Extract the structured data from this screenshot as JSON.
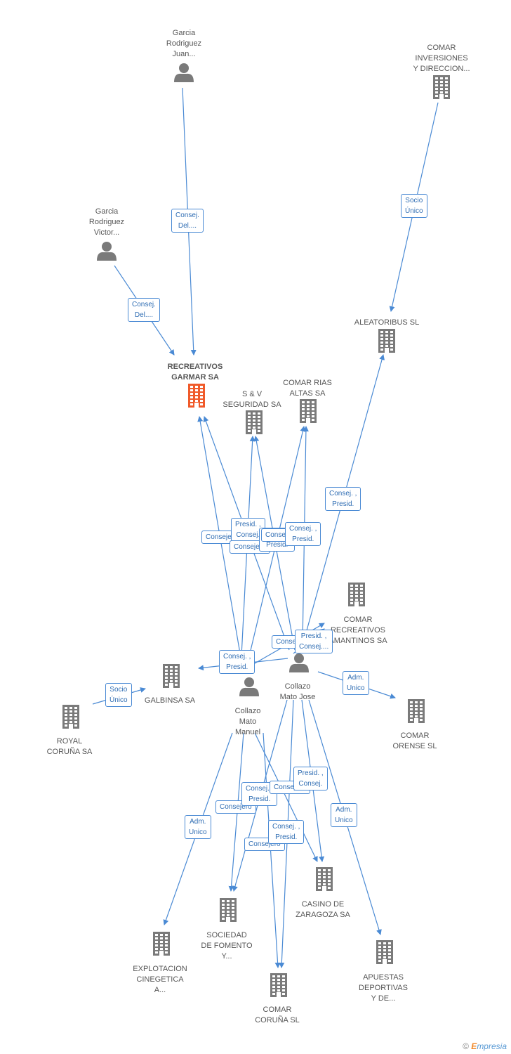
{
  "colors": {
    "edge": "#4a8ad4",
    "company": "#7a7a7a",
    "person": "#7a7a7a",
    "main": "#f05a2a"
  },
  "nodes": [
    {
      "id": "garcia_juan",
      "type": "person",
      "label": "Garcia\nRodriguez\nJuan..."
    },
    {
      "id": "comar_inversiones",
      "type": "company",
      "label": "COMAR\nINVERSIONES\nY DIRECCION..."
    },
    {
      "id": "garcia_victor",
      "type": "person",
      "label": "Garcia\nRodriguez\nVictor..."
    },
    {
      "id": "aleatoribus",
      "type": "company",
      "label": "ALEATORIBUS SL"
    },
    {
      "id": "recreativos_garmar",
      "type": "company",
      "main": true,
      "label": "RECREATIVOS\nGARMAR SA"
    },
    {
      "id": "sv_seguridad",
      "type": "company",
      "label": "S & V\nSEGURIDAD SA"
    },
    {
      "id": "comar_rias",
      "type": "company",
      "label": "COMAR RIAS\nALTAS SA"
    },
    {
      "id": "comar_recreativos",
      "type": "company",
      "label": "COMAR\nRECREATIVOS\nAMANTINOS SA"
    },
    {
      "id": "galbinsa",
      "type": "company",
      "label": "GALBINSA SA"
    },
    {
      "id": "collazo_jose",
      "type": "person",
      "label": "Collazo\nMato Jose"
    },
    {
      "id": "collazo_manuel",
      "type": "person",
      "label": "Collazo\nMato\nManuel"
    },
    {
      "id": "royal_coruna",
      "type": "company",
      "label": "ROYAL\nCORUÑA SA"
    },
    {
      "id": "comar_orense",
      "type": "company",
      "label": "COMAR\nORENSE SL"
    },
    {
      "id": "casino_zaragoza",
      "type": "company",
      "label": "CASINO DE\nZARAGOZA SA"
    },
    {
      "id": "sociedad_fomento",
      "type": "company",
      "label": "SOCIEDAD\nDE FOMENTO\nY..."
    },
    {
      "id": "explotacion",
      "type": "company",
      "label": "EXPLOTACION\nCINEGETICA\nA..."
    },
    {
      "id": "apuestas",
      "type": "company",
      "label": "APUESTAS\nDEPORTIVAS\nY DE..."
    },
    {
      "id": "comar_coruna",
      "type": "company",
      "label": "COMAR\nCORUÑA SL"
    }
  ],
  "edges": [
    {
      "from": "garcia_juan",
      "to": "recreativos_garmar",
      "label": "Consej.\nDel...."
    },
    {
      "from": "garcia_victor",
      "to": "recreativos_garmar",
      "label": "Consej.\nDel...."
    },
    {
      "from": "comar_inversiones",
      "to": "aleatoribus",
      "label": "Socio\nÚnico"
    },
    {
      "from": "collazo_jose",
      "to": "aleatoribus",
      "label": "Consej. ,\nPresid."
    },
    {
      "from": "collazo_manuel",
      "to": "recreativos_garmar",
      "label": "Consejero"
    },
    {
      "from": "collazo_jose",
      "to": "recreativos_garmar",
      "label": "Presid. ,\nConsej."
    },
    {
      "from": "collazo_manuel",
      "to": "sv_seguridad",
      "label": "Consejero"
    },
    {
      "from": "collazo_jose",
      "to": "sv_seguridad",
      "label": "Consej. ,\nPresid."
    },
    {
      "from": "collazo_manuel",
      "to": "comar_rias",
      "label": "Consejero"
    },
    {
      "from": "collazo_jose",
      "to": "comar_rias",
      "label": "Consej. ,\nPresid."
    },
    {
      "from": "collazo_manuel",
      "to": "comar_recreativos",
      "label": "Consejero"
    },
    {
      "from": "collazo_jose",
      "to": "comar_recreativos",
      "label": "Presid. ,\nConsej...."
    },
    {
      "from": "collazo_jose",
      "to": "galbinsa",
      "label": "Consej. ,\nPresid."
    },
    {
      "from": "royal_coruna",
      "to": "galbinsa",
      "label": "Socio\nÚnico"
    },
    {
      "from": "collazo_jose",
      "to": "comar_orense",
      "label": "Adm.\nUnico"
    },
    {
      "from": "collazo_manuel",
      "to": "explotacion",
      "label": "Adm.\nUnico"
    },
    {
      "from": "collazo_jose",
      "to": "apuestas",
      "label": "Adm.\nUnico"
    },
    {
      "from": "collazo_manuel",
      "to": "sociedad_fomento",
      "label": "Consejero"
    },
    {
      "from": "collazo_jose",
      "to": "sociedad_fomento",
      "label": "Consej. ,\nPresid."
    },
    {
      "from": "collazo_manuel",
      "to": "casino_zaragoza",
      "label": "Consejero"
    },
    {
      "from": "collazo_jose",
      "to": "casino_zaragoza",
      "label": "Presid. ,\nConsej."
    },
    {
      "from": "collazo_manuel",
      "to": "comar_coruna",
      "label": "Consejero"
    },
    {
      "from": "collazo_jose",
      "to": "comar_coruna",
      "label": "Consej. ,\nPresid."
    }
  ],
  "brand": {
    "copyright": "©",
    "first_letter": "E",
    "rest": "mpresia"
  }
}
